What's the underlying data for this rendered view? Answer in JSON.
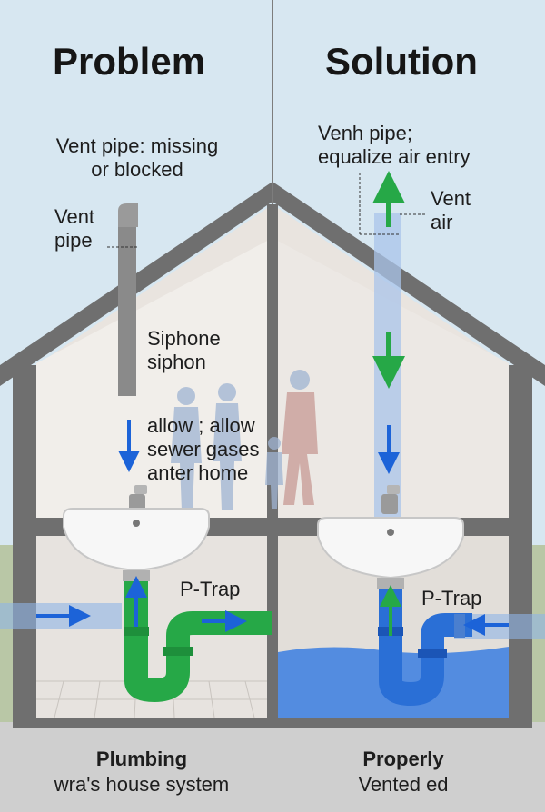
{
  "left_panel": {
    "title": "Problem",
    "vent_status": "Vent pipe: missing\nor blocked",
    "vent_pipe_label": "Vent\npipe",
    "siphon_label": "Siphone\nsiphon",
    "gas_label": "allow ; allow\nsewer gases\nanter home",
    "trap_label": "P-Trap",
    "caption_line1": "Plumbing",
    "caption_line2": "wra's house system"
  },
  "right_panel": {
    "title": "Solution",
    "vent_desc": "Venh pipe;\nequalize air entry",
    "vent_air_label": "Vent\nair",
    "trap_label": "P-Trap",
    "caption_line1": "Properly",
    "caption_line2": "Vented  ed"
  },
  "colors": {
    "pipe_green": "#26a847",
    "water_blue": "#1c63d8",
    "house_frame": "#6f6f6f",
    "sky": "#d7e7f1"
  }
}
